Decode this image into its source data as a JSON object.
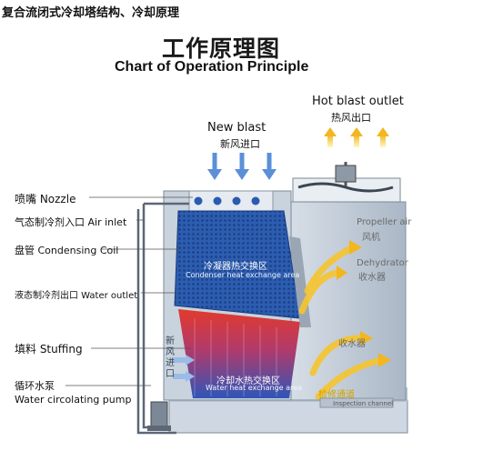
{
  "caption": "复合流闭式冷却塔结构、冷却原理",
  "title_cn": "工作原理图",
  "title_en": "Chart of Operation Principle",
  "top_labels": {
    "new_blast_en": "New blast",
    "new_blast_cn": "新风进口",
    "hot_blast_en": "Hot blast outlet",
    "hot_blast_cn": "热风出口"
  },
  "left_labels": {
    "nozzle": "喷嘴 Nozzle",
    "air_inlet": "气态制冷剂入口 Air inlet",
    "condensing_coil": "盘管 Condensing Coil",
    "water_outlet": "液态制冷剂出口 Water outlet",
    "stuffing": "填料 Stuffing",
    "pump_cn": "循环水泵",
    "pump_en": "Water circolating pump"
  },
  "inner_labels": {
    "condenser_cn": "冷凝器热交换区",
    "condenser_en": "Condenser heat exchange area",
    "water_heat_cn": "冷却水热交换区",
    "water_heat_en": "Water heat exchange area",
    "side_fresh_air_cn": "新风进口",
    "propeller_en": "Propeller air",
    "propeller_cn": "风机",
    "dehydrator_en": "Dehydrator",
    "dehydrator_cn": "收水器",
    "shoushuiqi_cn": "收水器",
    "inspection_cn": "检修通道",
    "inspection_en": "Inspection channel"
  },
  "colors": {
    "coil_blue": "#2f5fb4",
    "hot_red": "#d8302a",
    "hot_yellow": "#f3c431",
    "arrow_blue": "#5b8fd8",
    "steel_grey": "#a8b6c6",
    "frame_grey": "#6f7b88"
  }
}
